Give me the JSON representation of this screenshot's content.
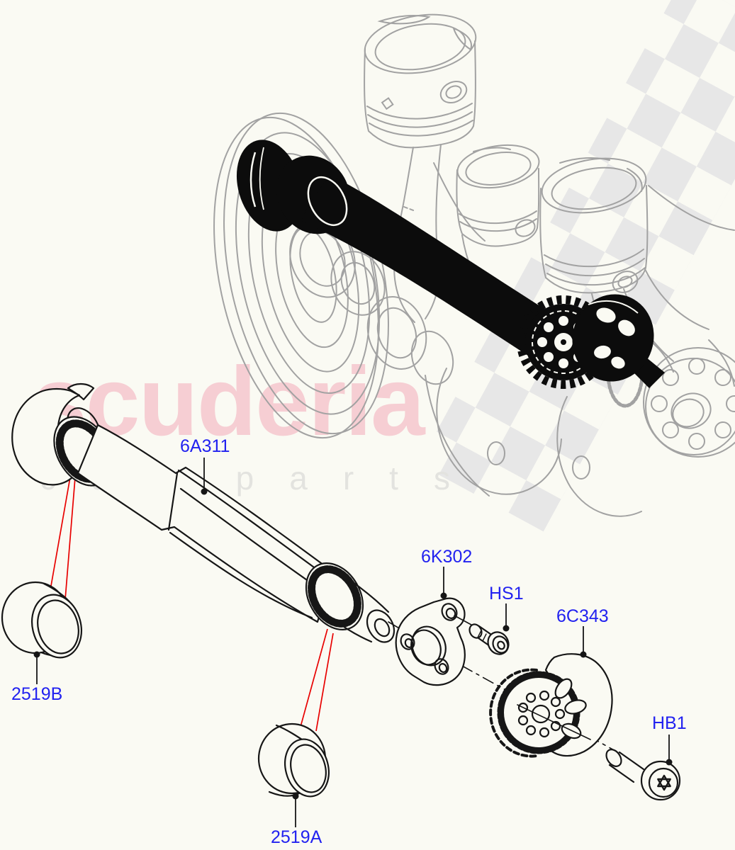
{
  "watermark": {
    "brand": "scuderia",
    "subtitle": "car parts"
  },
  "part_labels": [
    {
      "id": "6A311",
      "text": "6A311"
    },
    {
      "id": "6K302",
      "text": "6K302"
    },
    {
      "id": "HS1",
      "text": "HS1"
    },
    {
      "id": "6C343",
      "text": "6C343"
    },
    {
      "id": "HB1",
      "text": "HB1"
    },
    {
      "id": "2519B",
      "text": "2519B"
    },
    {
      "id": "2519A",
      "text": "2519A"
    }
  ],
  "colors": {
    "background": "#fafaf3",
    "label_blue": "#2222f0",
    "callout_red": "#e80000",
    "leader_black": "#161616",
    "part_line_ink": "#161616",
    "engine_line_gray": "#a2a2a2",
    "highlight_black": "#0c0c0c",
    "watermark_pink": "#f6ced3",
    "watermark_gray": "#e3e3df",
    "checker_gray": "#e7e7e7"
  }
}
